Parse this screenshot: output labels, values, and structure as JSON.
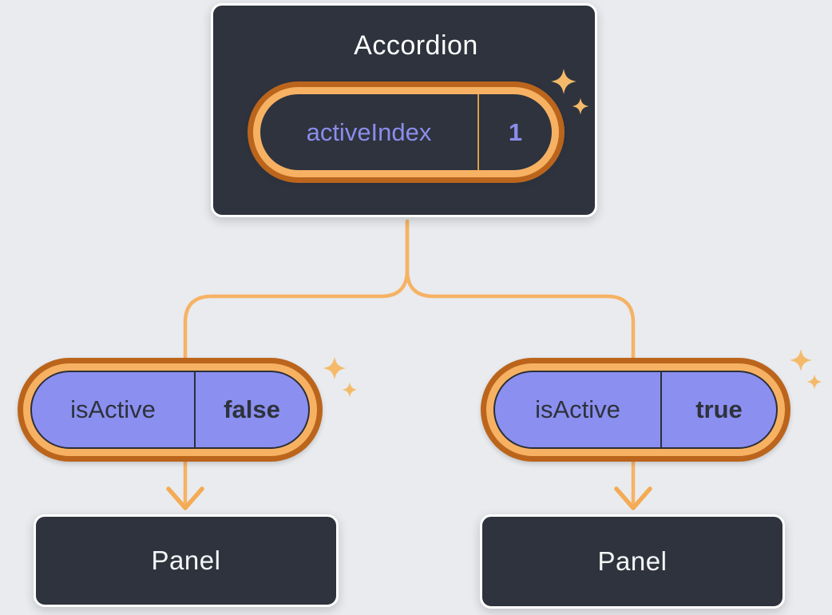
{
  "root_card": {
    "title": "Accordion",
    "pill": {
      "label": "activeIndex",
      "value": "1"
    }
  },
  "left_branch": {
    "pill": {
      "label": "isActive",
      "value": "false"
    },
    "panel_label": "Panel"
  },
  "right_branch": {
    "pill": {
      "label": "isActive",
      "value": "true"
    },
    "panel_label": "Panel"
  },
  "palette": {
    "page_background": "#e9ebee",
    "card_fill": "#2e333d",
    "card_border": "#ffffff",
    "ring_outer_orange": "#bb651c",
    "ring_inner_orange": "#f7b163",
    "connector_orange": "#f6b264",
    "divider_orange": "#dd9c42",
    "divider_dark": "#2b2f38",
    "pill_purple_fill": "#8b8ff0",
    "purple_text": "#8a8deb",
    "dark_text": "#2e323b",
    "panel_text": "#f5f6f8",
    "sparkle_orange": "#f4ba6a"
  }
}
